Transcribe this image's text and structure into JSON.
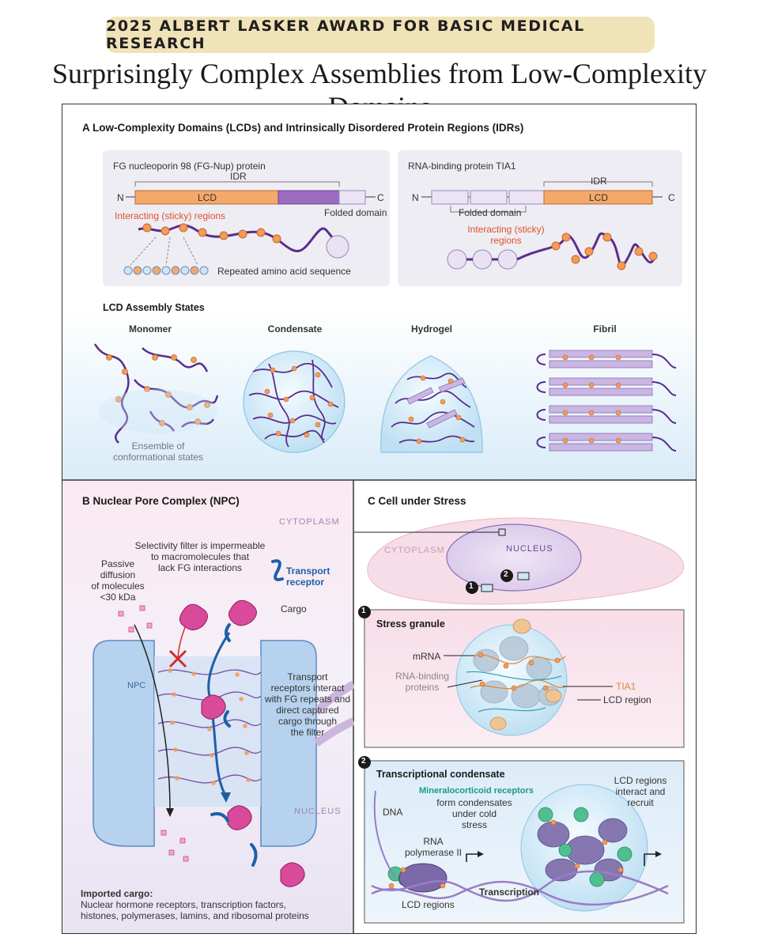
{
  "banner": "2025 ALBERT LASKER AWARD FOR BASIC MEDICAL RESEARCH",
  "title": "Surprisingly Complex Assemblies from Low-Complexity Domains",
  "panel_a": {
    "heading": "A  Low-Complexity Domains (LCDs) and Intrinsically Disordered Protein Regions (IDRs)",
    "left": {
      "title": "FG nucleoporin 98 (FG-Nup) protein",
      "n": "N",
      "c": "C",
      "idr": "IDR",
      "lcd": "LCD",
      "folded": "Folded domain",
      "sticky": "Interacting (sticky) regions",
      "repeated": "Repeated amino acid sequence"
    },
    "right": {
      "title": "RNA-binding protein TIA1",
      "n": "N",
      "c": "C",
      "idr": "IDR",
      "lcd": "LCD",
      "folded": "Folded domain",
      "sticky_1": "Interacting (sticky)",
      "sticky_2": "regions"
    },
    "states_heading": "LCD Assembly States",
    "states": [
      "Monomer",
      "Condensate",
      "Hydrogel",
      "Fibril"
    ],
    "ensemble_1": "Ensemble of",
    "ensemble_2": "conformational states"
  },
  "panel_b": {
    "heading": "B  Nuclear Pore Complex (NPC)",
    "cytoplasm": "CYTOPLASM",
    "nucleus": "NUCLEUS",
    "npc": "NPC",
    "filter": [
      "Selectivity filter is impermeable",
      "to macromolecules that",
      "lack FG interactions"
    ],
    "passive": [
      "Passive",
      "diffusion",
      "of molecules",
      "<30 kDa"
    ],
    "transport": [
      "Transport",
      "receptor"
    ],
    "cargo": "Cargo",
    "interact": [
      "Transport",
      "receptors interact",
      "with FG repeats and",
      "direct captured",
      "cargo through",
      "the filter"
    ],
    "imported_heading": "Imported cargo:",
    "imported_1": "Nuclear hormone receptors, transcription factors,",
    "imported_2": "histones, polymerases, lamins, and ribosomal proteins"
  },
  "panel_c": {
    "heading": "C  Cell under Stress",
    "cytoplasm": "CYTOPLASM",
    "nucleus": "NUCLEUS",
    "marker_1": "1",
    "marker_2": "2",
    "stress": {
      "heading": "Stress granule",
      "mrna": "mRNA",
      "rbp": [
        "RNA-binding",
        "proteins"
      ],
      "tia1": "TIA1",
      "lcd": "LCD region"
    },
    "trans": {
      "heading": "Transcriptional condensate",
      "receptors_bold": "Mineralocorticoid receptors",
      "receptors_rest": [
        "form condensates",
        "under cold",
        "stress"
      ],
      "dna": "DNA",
      "rna_pol": [
        "RNA",
        "polymerase II"
      ],
      "lcd_regions": "LCD regions",
      "lcd_recruit": [
        "LCD regions",
        "interact and",
        "recruit"
      ],
      "transcription": "Transcription"
    }
  },
  "colors": {
    "lcd_orange": "#f5a86a",
    "idr_purple": "#9a6bbf",
    "dot_orange": "#f59a58",
    "chain_purple": "#5a2d8c",
    "sticky_red": "#e0502a",
    "receptor_blue": "#1e5fa8",
    "cargo_pink": "#d94a9a",
    "teal_text": "#1a9a8a"
  }
}
